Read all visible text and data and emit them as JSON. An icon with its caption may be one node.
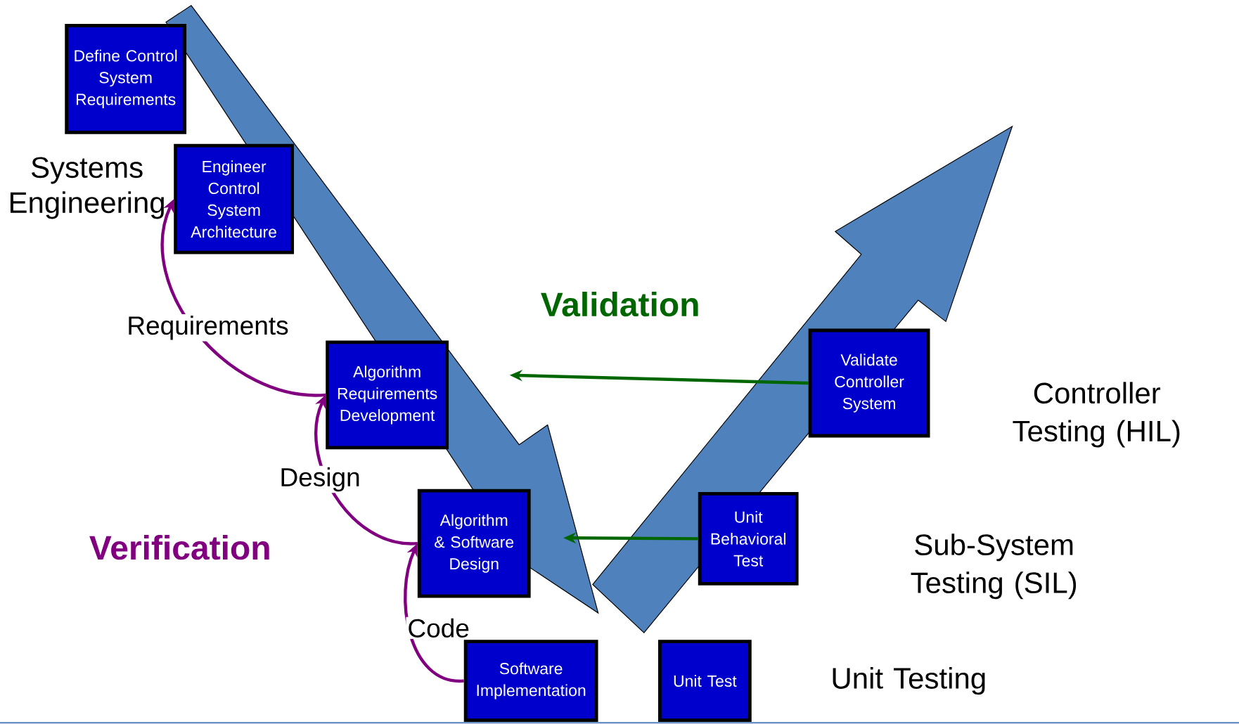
{
  "diagram": {
    "nodes": [
      {
        "text": [
          "Define Control System Requirements"
        ]
      },
      {
        "text": [
          "Engineer Control System Architecture"
        ]
      },
      {
        "text": [
          "Algorithm Requirements Development"
        ]
      },
      {
        "text": [
          "Algorithm & Software Design"
        ]
      },
      {
        "text": [
          "Software Implementation"
        ]
      },
      {
        "text": [
          "Unit Test"
        ]
      },
      {
        "text": [
          "Unit Behavioral Test"
        ]
      },
      {
        "text": [
          "Validate Controller System"
        ]
      }
    ],
    "edges": [
      {
        "from": 2,
        "to": 1,
        "arrow": "to",
        "label": "Requirements"
      },
      {
        "from": 3,
        "to": 2,
        "arrow": "to",
        "label": "Design"
      },
      {
        "from": 4,
        "to": 3,
        "arrow": "to",
        "label": "Code"
      },
      {
        "from": 7,
        "to": null,
        "arrow": "to",
        "color": "#006600"
      },
      {
        "from": 6,
        "to": null,
        "arrow": "to",
        "color": "#006600"
      }
    ],
    "labels": [
      "Systems Engineering",
      "Validation",
      "Verification",
      "Controller Testing (HIL)",
      "Sub-System Testing (SIL)",
      "Unit Testing"
    ]
  }
}
